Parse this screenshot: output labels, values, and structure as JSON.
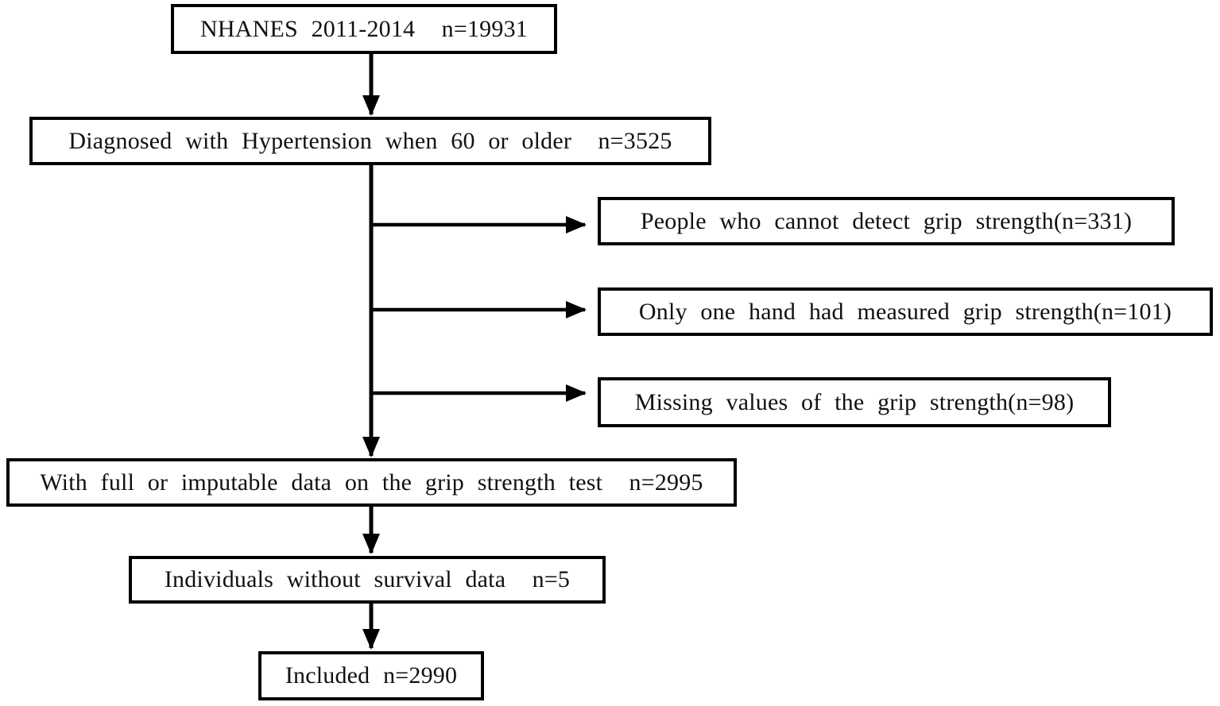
{
  "diagram": {
    "type": "flowchart",
    "colors": {
      "border": "#000000",
      "background": "#ffffff",
      "text": "#111111",
      "arrow": "#000000"
    },
    "nodes": {
      "start": {
        "label": "NHANES 2011-2014  n=19931",
        "n": 19931
      },
      "hypertension": {
        "label": "Diagnosed with Hypertension when 60 or older  n=3525",
        "n": 3525
      },
      "excl_detect": {
        "label": "People who cannot detect grip strength(n=331)",
        "n": 331
      },
      "excl_onehand": {
        "label": "Only one hand had measured grip strength(n=101)",
        "n": 101
      },
      "excl_missing": {
        "label": "Missing values of the grip strength(n=98)",
        "n": 98
      },
      "full_data": {
        "label": "With full or imputable data on the grip strength test  n=2995",
        "n": 2995
      },
      "no_survival": {
        "label": "Individuals without survival data  n=5",
        "n": 5
      },
      "included": {
        "label": "Included n=2990",
        "n": 2990
      }
    }
  }
}
